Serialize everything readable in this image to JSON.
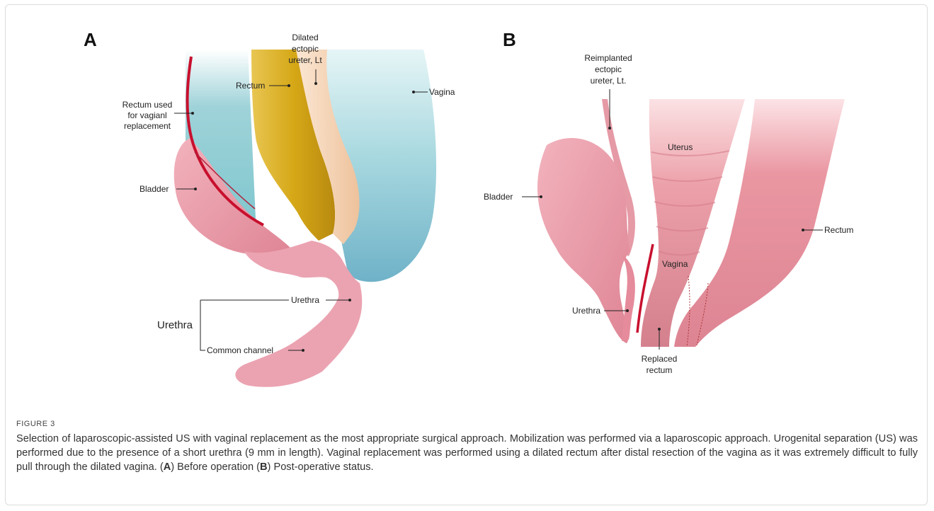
{
  "figure": {
    "panel_a_letter": "A",
    "panel_b_letter": "B",
    "panel_a": {
      "label_dilated_1": "Dilated",
      "label_dilated_2": "ectopic",
      "label_dilated_3": "ureter, Lt",
      "label_rectum": "Rectum",
      "label_vagina": "Vagina",
      "label_rectum_used_1": "Rectum used",
      "label_rectum_used_2": "for vagianl",
      "label_rectum_used_3": "replacement",
      "label_bladder": "Bladder",
      "label_urethra_inner": "Urethra",
      "label_urethra_group": "Urethra",
      "label_common_channel": "Common channel"
    },
    "panel_b": {
      "label_reimplanted_1": "Reimplanted",
      "label_reimplanted_2": "ectopic",
      "label_reimplanted_3": "ureter, Lt.",
      "label_uterus": "Uterus",
      "label_bladder": "Bladder",
      "label_rectum": "Rectum",
      "label_vagina": "Vagina",
      "label_urethra": "Urethra",
      "label_replaced_1": "Replaced",
      "label_replaced_2": "rectum"
    },
    "colors": {
      "vagina": "#a9d8df",
      "rectum_yellow": "#d4a514",
      "ureter": "#f3d3b4",
      "bladder_pink": "#e6889a",
      "vessel_red": "#c8102e"
    }
  },
  "caption": {
    "heading": "FIGURE 3",
    "text_1": "Selection of laparoscopic-assisted US with vaginal replacement as the most appropriate surgical approach. Mobilization was performed via a laparoscopic approach. Urogenital separation (US) was performed due to the presence of a short urethra (9 mm in length). Vaginal replacement was performed using a dilated rectum after distal resection of the vagina as it was extremely difficult to fully pull through the dilated vagina. (",
    "ref_a": "A",
    "text_2": ") Before operation (",
    "ref_b": "B",
    "text_3": ") Post-operative status."
  }
}
